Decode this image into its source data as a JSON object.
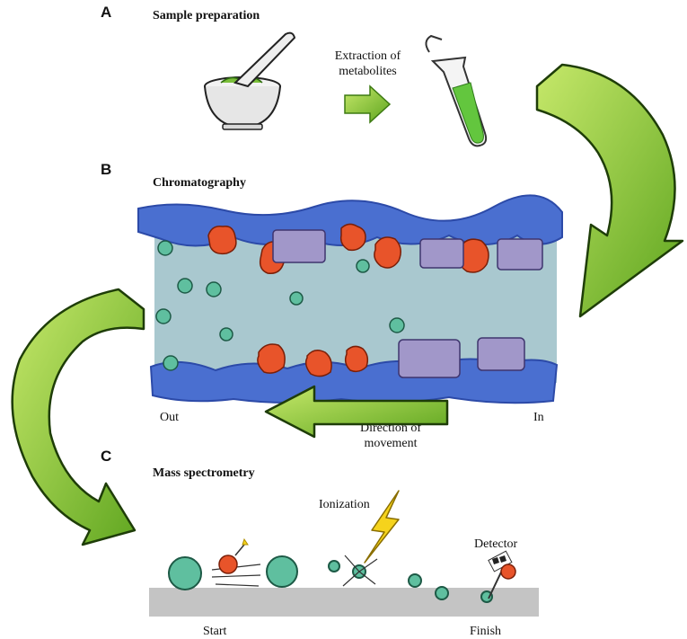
{
  "panels": {
    "a": {
      "letter": "A",
      "title": "Sample preparation",
      "step_label": "Extraction of metabolites"
    },
    "b": {
      "letter": "B",
      "title": "Chromatography",
      "out_label": "Out",
      "in_label": "In",
      "direction_label": "Direction of movement"
    },
    "c": {
      "letter": "C",
      "title": "Mass spectrometry",
      "ionization_label": "Ionization",
      "detector_label": "Detector",
      "start_label": "Start",
      "finish_label": "Finish"
    }
  },
  "colors": {
    "arrow_green": "#8cc63f",
    "arrow_dark": "#3d7a12",
    "column_fill": "#a9c8cf",
    "column_wall": "#4a6fd0",
    "red_molecule": "#e8542a",
    "purple_block": "#a197c9",
    "teal_molecule": "#5fbf9f",
    "lightning": "#f5d31c",
    "track_gray": "#c4c4c4"
  }
}
